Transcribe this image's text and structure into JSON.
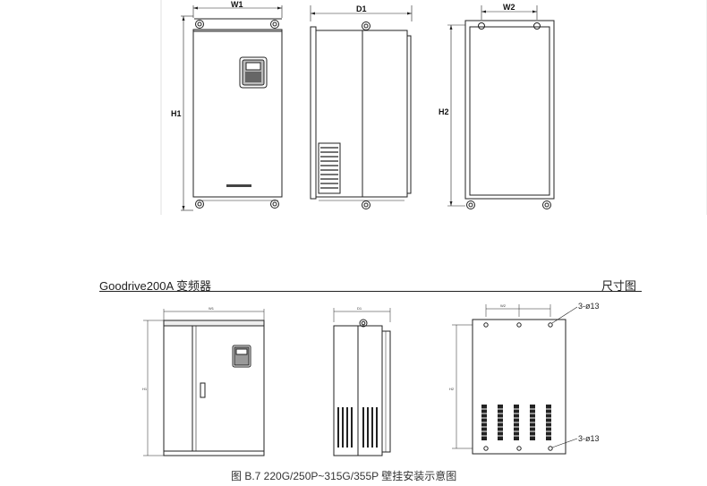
{
  "top_figure": {
    "labels": {
      "w1": "W1",
      "d1": "D1",
      "w2": "W2",
      "h1": "H1",
      "h2": "H2"
    }
  },
  "header": {
    "left": "Goodrive200A 变频器",
    "right": "尺寸图"
  },
  "bottom_figure": {
    "labels": {
      "w1": "W1",
      "d1": "D1",
      "w2": "W2",
      "h1": "H1",
      "h2": "H2",
      "hole_top": "3-ø13",
      "hole_bottom": "3-ø13"
    }
  },
  "caption": "图 B.7 220G/250P~315G/355P 壁挂安装示意图"
}
